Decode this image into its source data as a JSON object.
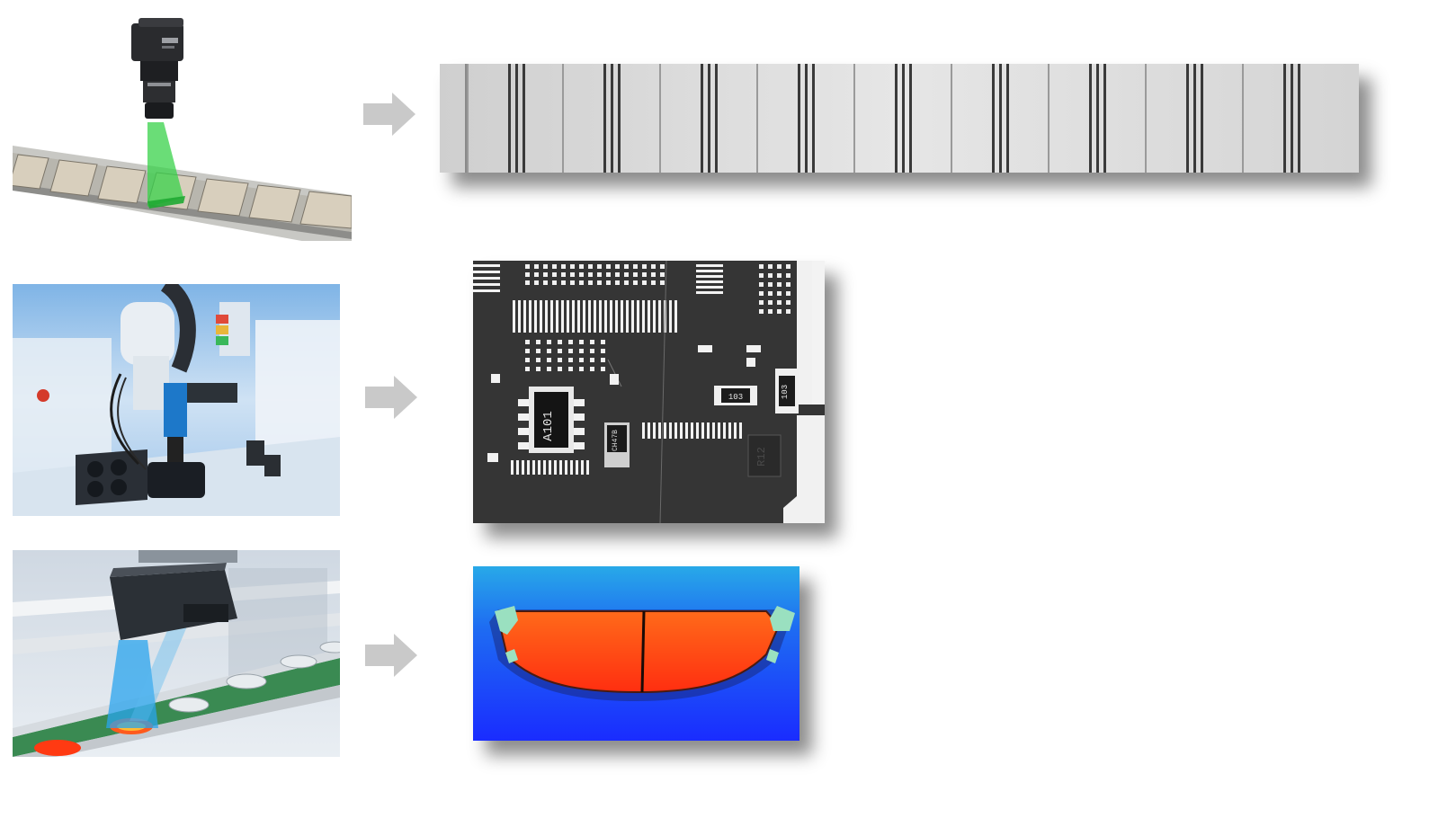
{
  "rows": [
    {
      "scene": "line-scan-camera-over-conveyor",
      "result": "line-scan-stripe-image"
    },
    {
      "scene": "robot-arm-camera-station",
      "result": "pcb-grayscale-image",
      "result_labels": {
        "resistor_array": "A101",
        "chip_small": "CH47B",
        "res_a": "103",
        "res_b": "103",
        "silk": "R12"
      }
    },
    {
      "scene": "laser-3d-profiler-over-brake-pads",
      "result": "brake-pad-heightmap"
    }
  ],
  "colors": {
    "arrow": "#c9c9c9",
    "scan_green": "#38d24a",
    "scan_blue": "#2aa4ee",
    "heat_red": "#ff3a12",
    "heat_blue": "#1a3dff"
  },
  "icons": [
    "right-arrow-icon",
    "right-arrow-icon",
    "right-arrow-icon"
  ]
}
